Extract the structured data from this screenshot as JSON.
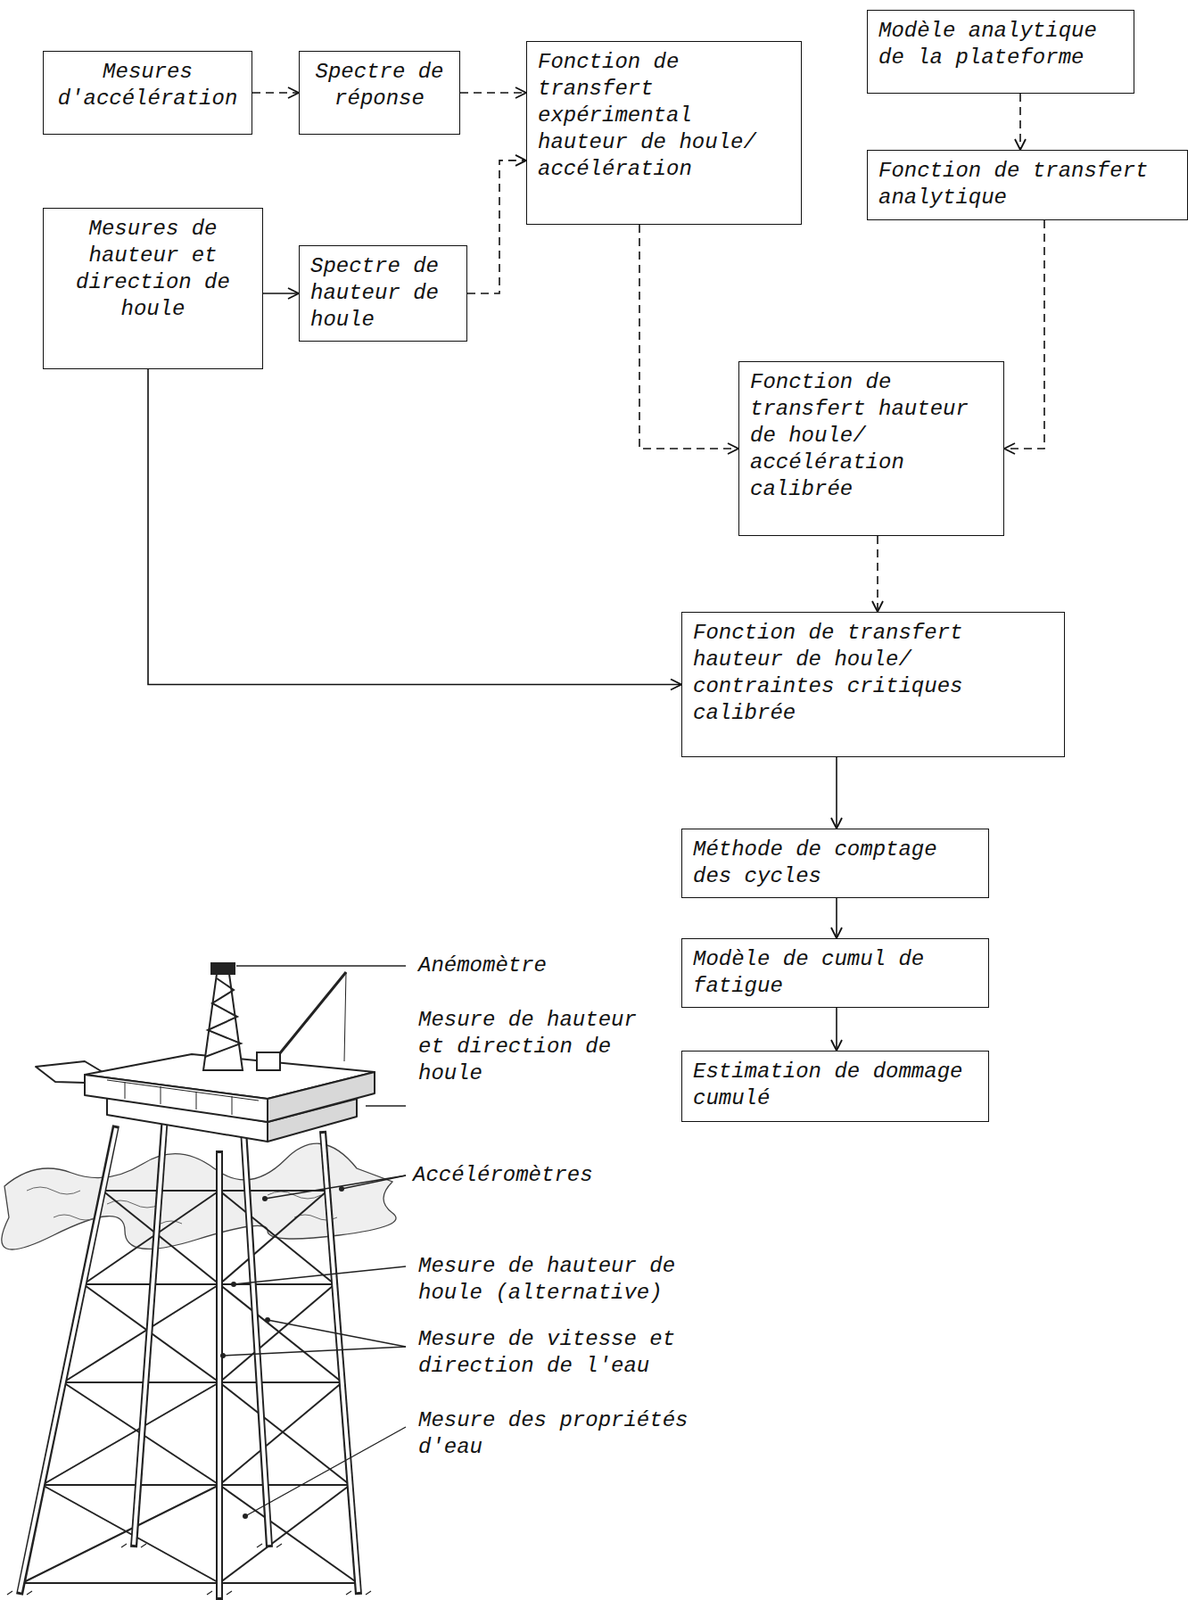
{
  "diagram": {
    "nodes": [
      {
        "text": [
          "Mesures d'accélération"
        ]
      },
      {
        "text": [
          "Spectre de réponse"
        ]
      },
      {
        "text": [
          "Fonction de transfert expérimental hauteur de houle/ accélération"
        ]
      },
      {
        "text": [
          "Modèle analytique de la plateforme"
        ]
      },
      {
        "text": [
          "Fonction de transfert analytique"
        ]
      },
      {
        "text": [
          "Mesures de hauteur et direction de houle"
        ]
      },
      {
        "text": [
          "Spectre de hauteur de houle"
        ]
      },
      {
        "text": [
          "Fonction de transfert hauteur de houle/ accélération calibrée"
        ]
      },
      {
        "text": [
          "Fonction de transfert hauteur de houle/ contraintes critiques calibrée"
        ]
      },
      {
        "text": [
          "Méthode de comptage des cycles"
        ]
      },
      {
        "text": [
          "Modèle de cumul de fatigue"
        ]
      },
      {
        "text": [
          "Estimation de dommage cumulé"
        ]
      }
    ],
    "edges": [
      {
        "from": 0,
        "to": 1,
        "arrow": "to"
      },
      {
        "from": 1,
        "to": 2,
        "arrow": "to"
      },
      {
        "from": 6,
        "to": 2,
        "arrow": "to"
      },
      {
        "from": 3,
        "to": 4,
        "arrow": "to"
      },
      {
        "from": 2,
        "to": 7,
        "arrow": "to"
      },
      {
        "from": 4,
        "to": 7,
        "arrow": "to"
      },
      {
        "from": 5,
        "to": 6,
        "arrow": "to"
      },
      {
        "from": 7,
        "to": 8,
        "arrow": "to"
      },
      {
        "from": 5,
        "to": 8,
        "arrow": "to"
      },
      {
        "from": 8,
        "to": 9,
        "arrow": "to"
      },
      {
        "from": 9,
        "to": 10,
        "arrow": "to"
      },
      {
        "from": 10,
        "to": 11,
        "arrow": "to"
      }
    ],
    "labels": [
      "Anémomètre",
      "Mesure de hauteur et direction de houle",
      "Accéléromètres",
      "Mesure de hauteur de houle (alternative)",
      "Mesure de vitesse et direction de l'eau",
      "Mesure des propriétés d'eau"
    ]
  }
}
